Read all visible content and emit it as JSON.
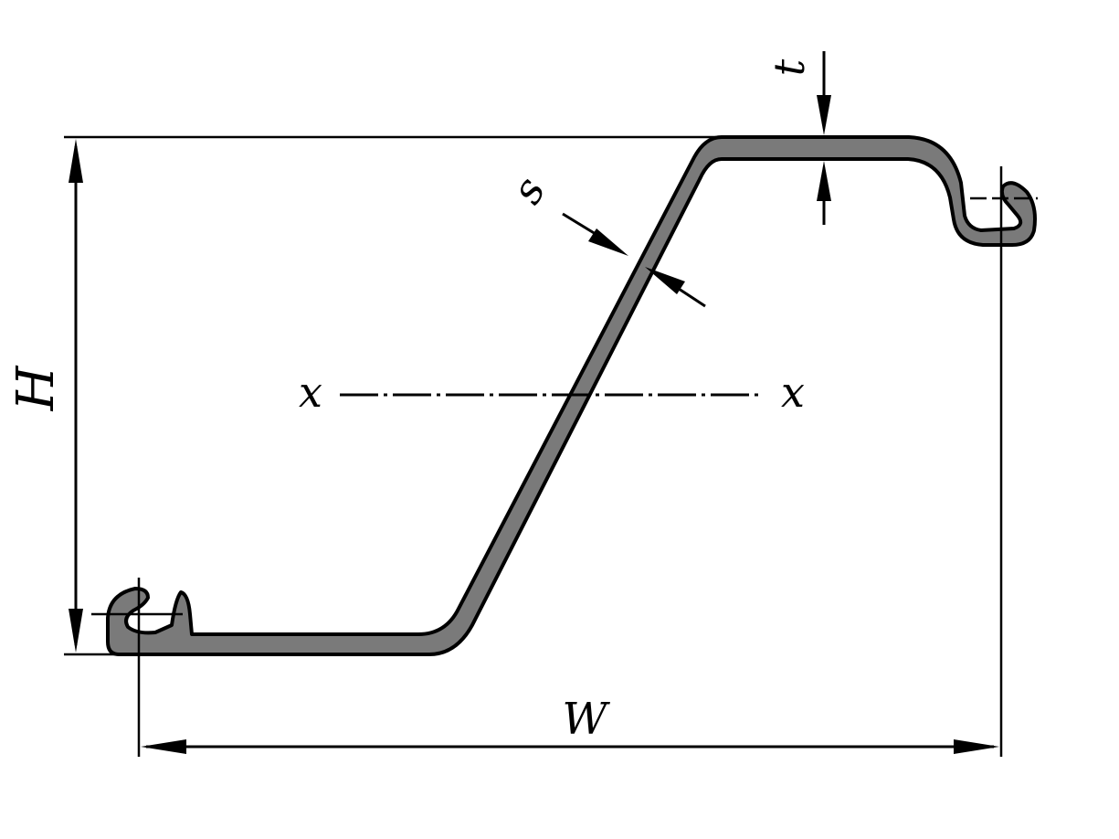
{
  "diagram": {
    "labels": {
      "height": "H",
      "width": "W",
      "flange_thickness": "t",
      "web_thickness": "s",
      "axis_left": "x",
      "axis_right": "x"
    },
    "colors": {
      "profile_fill": "#7a7a7a",
      "line": "#000000",
      "background": "#ffffff"
    }
  }
}
